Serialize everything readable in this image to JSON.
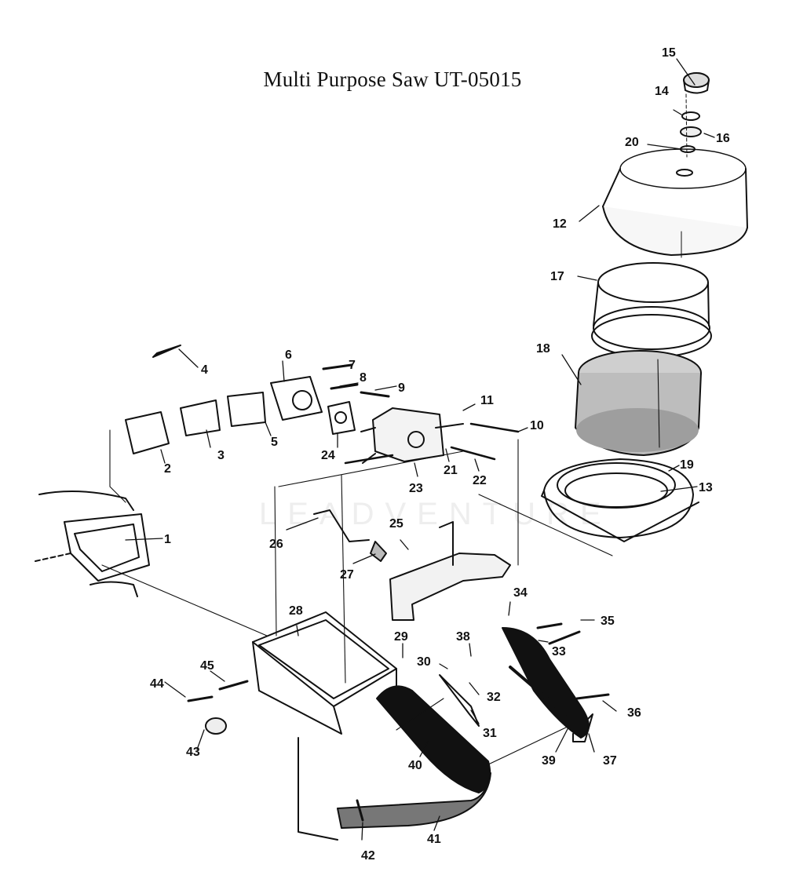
{
  "title": "Multi Purpose Saw UT-05015",
  "watermark": "LEADVENTURE",
  "colors": {
    "ink": "#111111",
    "paper": "#ffffff"
  },
  "part_labels": [
    "1",
    "2",
    "3",
    "4",
    "5",
    "6",
    "7",
    "8",
    "9",
    "10",
    "11",
    "12",
    "13",
    "14",
    "15",
    "16",
    "17",
    "18",
    "19",
    "20",
    "21",
    "22",
    "23",
    "24",
    "25",
    "26",
    "27",
    "28",
    "29",
    "30",
    "31",
    "32",
    "33",
    "34",
    "35",
    "36",
    "37",
    "38",
    "39",
    "40",
    "41",
    "42",
    "43",
    "44",
    "45"
  ]
}
